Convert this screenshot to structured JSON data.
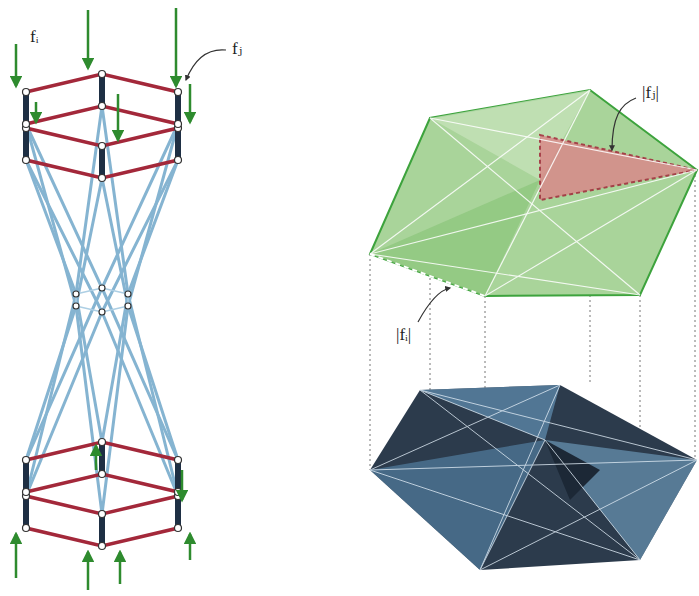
{
  "diagram": {
    "labels": [
      "fᵢ",
      "fⱼ",
      "|fᵢ|",
      "|fⱼ|"
    ]
  }
}
